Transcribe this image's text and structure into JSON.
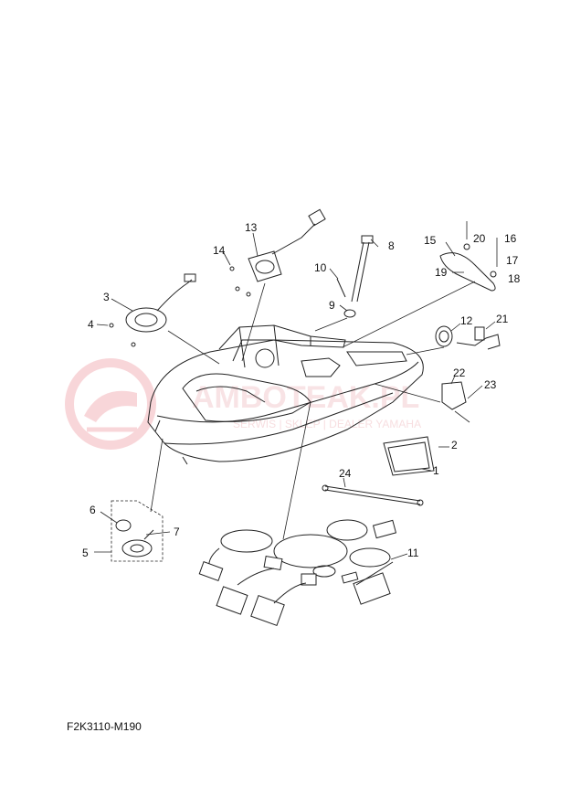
{
  "diagram": {
    "code": "F2K3110-M190",
    "callouts": [
      "1",
      "2",
      "3",
      "4",
      "5",
      "6",
      "7",
      "8",
      "9",
      "10",
      "11",
      "12",
      "13",
      "14",
      "15",
      "16",
      "17",
      "18",
      "19",
      "20",
      "21",
      "22",
      "23",
      "24"
    ]
  },
  "watermark": {
    "colors": {
      "logo": "#f4b6bb",
      "text": "#f2c9cc"
    }
  }
}
